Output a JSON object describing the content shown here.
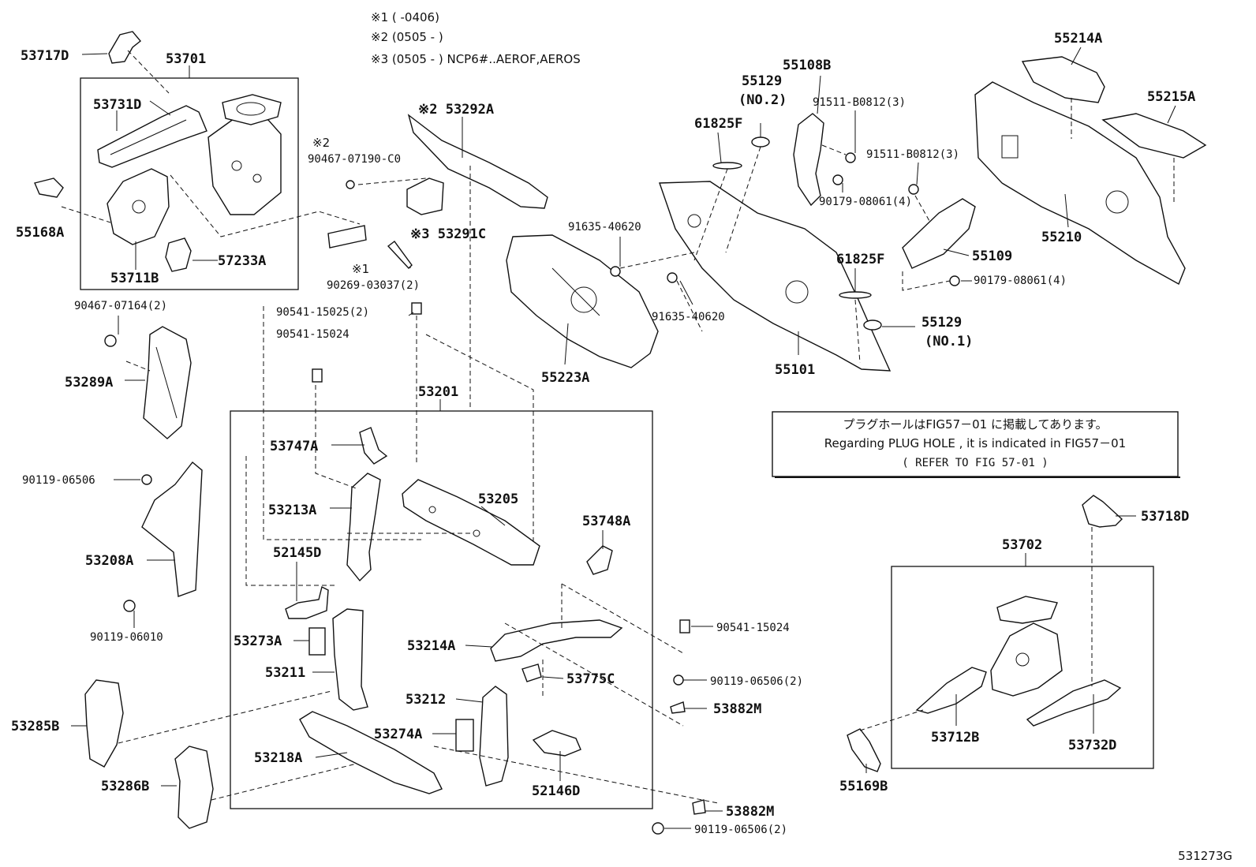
{
  "notes": {
    "n1": "※1 (          -0406)",
    "n2": "※2 (0505 -          )",
    "n3": "※3 (0505 -          ) NCP6#..AEROF,AEROS"
  },
  "info": {
    "jp": "プラグホールはFIG57－01 に掲載してあります。",
    "en": "Regarding PLUG HOLE , it is indicated in FIG57－01",
    "ref": "(     REFER TO FIG 57-01     )"
  },
  "figure_id": "531273G",
  "labels": {
    "p53717D": "53717D",
    "p53701": "53701",
    "p53731D": "53731D",
    "p55168A": "55168A",
    "p53711B": "53711B",
    "p57233A": "57233A",
    "p90467_07164": "90467-07164(2)",
    "p53289A": "53289A",
    "p90119_06506a": "90119-06506",
    "p53208A": "53208A",
    "p90119_06010": "90119-06010",
    "p53285B": "53285B",
    "p53286B": "53286B",
    "p90467_07190_pre": "※2",
    "p90467_07190": "90467-07190-C0",
    "p53292A": "※2 53292A",
    "p53291C": "※3 53291C",
    "p90269_pre": "※1",
    "p90269": "90269-03037(2)",
    "p90541_15025": "90541-15025(2)",
    "p90541_15024a": "90541-15024",
    "p53201": "53201",
    "p53747A": "53747A",
    "p53213A": "53213A",
    "p53205": "53205",
    "p52145D": "52145D",
    "p53748A": "53748A",
    "p53273A": "53273A",
    "p53211": "53211",
    "p53214A": "53214A",
    "p53775C": "53775C",
    "p53212": "53212",
    "p53274A": "53274A",
    "p53218A": "53218A",
    "p52146D": "52146D",
    "p90541_15024b": "90541-15024",
    "p90119_06506b": "90119-06506(2)",
    "p53882M_a": "53882M",
    "p53882M_b": "53882M",
    "p90119_06506c": "90119-06506(2)",
    "p91635_40620a": "91635-40620",
    "p91635_40620b": "91635-40620",
    "p55223A": "55223A",
    "p61825F_a": "61825F",
    "p55129_top": "55129",
    "p55129_top_no": "(NO.2)",
    "p55108B": "55108B",
    "p91511_a": "91511-B0812(3)",
    "p91511_b": "91511-B0812(3)",
    "p90179_a": "90179-08061(4)",
    "p90179_b": "90179-08061(4)",
    "p55109": "55109",
    "p61825F_b": "61825F",
    "p55129_bot": "55129",
    "p55129_bot_no": "(NO.1)",
    "p55101": "55101",
    "p55214A": "55214A",
    "p55215A": "55215A",
    "p55210": "55210",
    "p53718D": "53718D",
    "p53702": "53702",
    "p53712B": "53712B",
    "p53732D": "53732D",
    "p55169B": "55169B"
  }
}
